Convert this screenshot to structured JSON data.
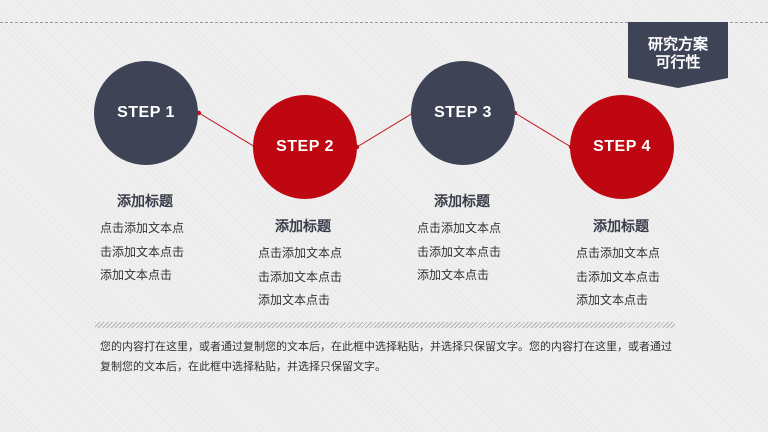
{
  "banner": {
    "line1": "研究方案",
    "line2": "可行性",
    "color": "#3f4356"
  },
  "colors": {
    "dark": "#3f4356",
    "red": "#bf0712",
    "connector": "#c0101a"
  },
  "steps": [
    {
      "label": "STEP 1",
      "heading": "添加标题",
      "lines": [
        "点击添加文本点",
        "击添加文本点击",
        "添加文本点击"
      ]
    },
    {
      "label": "STEP 2",
      "heading": "添加标题",
      "lines": [
        "点击添加文本点",
        "击添加文本点击",
        "添加文本点击"
      ]
    },
    {
      "label": "STEP 3",
      "heading": "添加标题",
      "lines": [
        "点击添加文本点",
        "击添加文本点击",
        "添加文本点击"
      ]
    },
    {
      "label": "STEP 4",
      "heading": "添加标题",
      "lines": [
        "点击添加文本点",
        "击添加文本点击",
        "添加文本点击"
      ]
    }
  ],
  "footer": {
    "text": "您的内容打在这里，或者通过复制您的文本后，在此框中选择粘贴，并选择只保留文字。您的内容打在这里，或者通过复制您的文本后，在此框中选择粘贴，并选择只保留文字。"
  }
}
